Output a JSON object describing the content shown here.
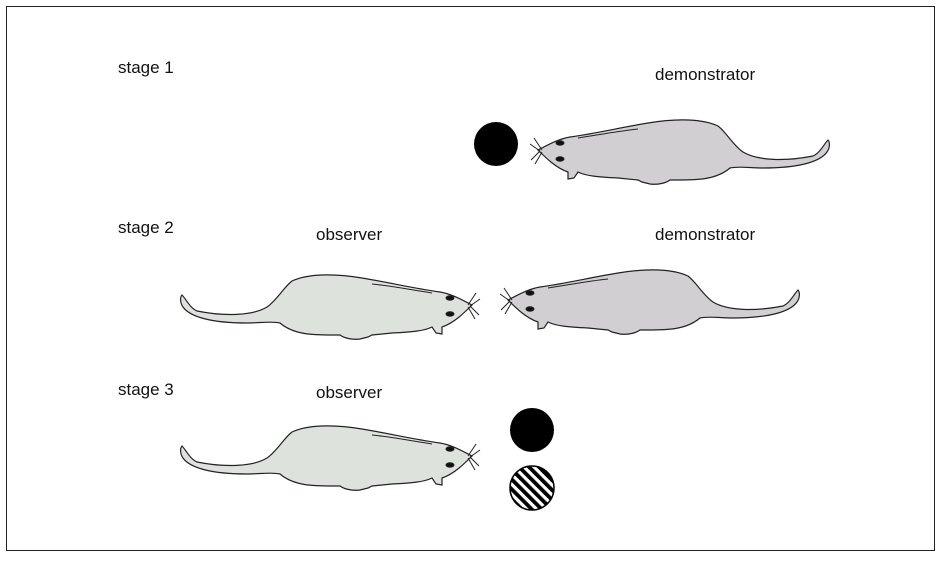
{
  "labels": {
    "stage1": "stage 1",
    "stage2": "stage 2",
    "stage3": "stage 3",
    "demonstrator_top": "demonstrator",
    "demonstrator_mid": "demonstrator",
    "observer_mid": "observer",
    "observer_bottom": "observer"
  },
  "colors": {
    "demonstrator_body": "#d2cfd2",
    "observer_body": "#dde2dc",
    "outline": "#222222",
    "food_solid": "#000000"
  },
  "food": {
    "solid": "black food pellet",
    "striped": "striped food pellet"
  }
}
